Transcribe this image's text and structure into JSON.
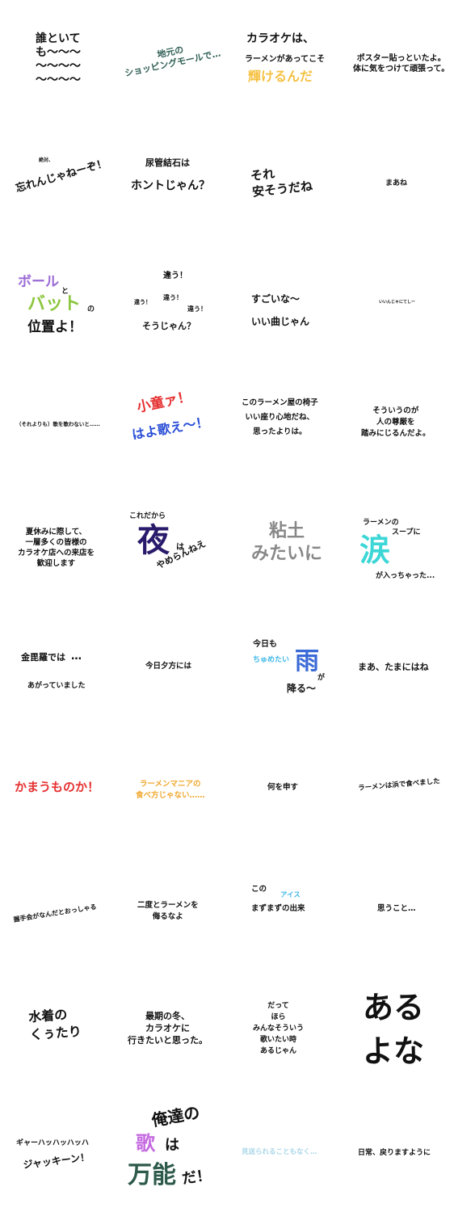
{
  "stickers": [
    {
      "id": "s1",
      "lines": [
        "誰といて",
        "も〜〜〜",
        "〜〜〜〜",
        "〜〜〜〜"
      ],
      "color": "#111111"
    },
    {
      "id": "s2",
      "lines": [
        "地元の",
        "ショッピングモールで…"
      ],
      "color": "#2f5f55"
    },
    {
      "id": "s3",
      "parts": [
        {
          "text": "カラオケは、",
          "color": "#111111"
        },
        {
          "text": "ラーメンがあってこそ",
          "color": "#111111"
        },
        {
          "text": "輝けるんだ",
          "color": "#f5c142"
        }
      ]
    },
    {
      "id": "s4",
      "lines": [
        "ポスター貼っといたよ。",
        "体に気をつけて頑張って。"
      ],
      "color": "#111111"
    },
    {
      "id": "s5",
      "parts": [
        {
          "text": "絶対、",
          "color": "#111111"
        },
        {
          "text": "忘れんじゃねーぞ！",
          "color": "#111111"
        }
      ]
    },
    {
      "id": "s6",
      "parts": [
        {
          "text": "尿管結石は",
          "color": "#111111"
        },
        {
          "text": "ホントじゃん？",
          "color": "#111111"
        }
      ]
    },
    {
      "id": "s7",
      "lines": [
        "それ",
        "安そうだね"
      ],
      "color": "#111111"
    },
    {
      "id": "s8",
      "lines": [
        "まあね"
      ],
      "color": "#111111"
    },
    {
      "id": "s9",
      "parts": [
        {
          "text": "ボール",
          "color": "#9b6ad6"
        },
        {
          "text": "と",
          "color": "#111111"
        },
        {
          "text": "バット",
          "color": "#8cc63f"
        },
        {
          "text": "の",
          "color": "#111111"
        },
        {
          "text": "位置よ！",
          "color": "#111111"
        }
      ]
    },
    {
      "id": "s10",
      "parts": [
        {
          "text": "違う！",
          "color": "#111111"
        },
        {
          "text": "違う！",
          "color": "#111111"
        },
        {
          "text": "違う！",
          "color": "#111111"
        },
        {
          "text": "違う！",
          "color": "#111111"
        },
        {
          "text": "そうじゃん？",
          "color": "#111111"
        }
      ]
    },
    {
      "id": "s11",
      "lines": [
        "すごいな〜",
        "いい曲じゃん"
      ],
      "color": "#111111"
    },
    {
      "id": "s12",
      "lines": [
        "いいんじゃにてしー"
      ],
      "color": "#111111"
    },
    {
      "id": "s13",
      "lines": [
        "（それよりも）歌を歌わないと……"
      ],
      "color": "#111111"
    },
    {
      "id": "s14",
      "parts": [
        {
          "text": "小童ァ！",
          "color": "#e53030"
        },
        {
          "text": "はよ歌え〜！",
          "color": "#2b4fd6"
        }
      ]
    },
    {
      "id": "s15",
      "lines": [
        "このラーメン屋の椅子",
        "いい座り心地だね、",
        "思ったよりは。"
      ],
      "color": "#111111"
    },
    {
      "id": "s16",
      "lines": [
        "そういうのが",
        "人の尊厳を",
        "踏みにじるんだよ。"
      ],
      "color": "#111111"
    },
    {
      "id": "s17",
      "lines": [
        "夏休みに際して、",
        "一層多くの皆様の",
        "カラオケ店への来店を",
        "歓迎します"
      ],
      "color": "#111111"
    },
    {
      "id": "s18",
      "parts": [
        {
          "text": "これだから",
          "color": "#111111"
        },
        {
          "text": "夜",
          "color": "#2a1a6b"
        },
        {
          "text": "は",
          "color": "#111111"
        },
        {
          "text": "やめらんねえ",
          "color": "#111111"
        }
      ]
    },
    {
      "id": "s19",
      "lines": [
        "粘土",
        "みたいに"
      ],
      "color": "#888888"
    },
    {
      "id": "s20",
      "parts": [
        {
          "text": "ラーメンの",
          "color": "#111111"
        },
        {
          "text": "スープに",
          "color": "#111111"
        },
        {
          "text": "涙",
          "color": "#3dd6d6"
        },
        {
          "text": "が入っちゃった...",
          "color": "#111111"
        }
      ]
    },
    {
      "id": "s21",
      "parts": [
        {
          "text": "金毘羅では",
          "color": "#111111"
        },
        {
          "text": "…",
          "color": "#111111"
        },
        {
          "text": "あがっていました",
          "color": "#111111"
        }
      ]
    },
    {
      "id": "s22",
      "lines": [
        "今日夕方には"
      ],
      "color": "#111111"
    },
    {
      "id": "s23",
      "parts": [
        {
          "text": "今日も",
          "color": "#111111"
        },
        {
          "text": "ちゅめたい",
          "color": "#3fb8e8"
        },
        {
          "text": "雨",
          "color": "#3a6ad6"
        },
        {
          "text": "が",
          "color": "#111111"
        },
        {
          "text": "降る〜",
          "color": "#111111"
        }
      ]
    },
    {
      "id": "s24",
      "lines": [
        "まあ、たまにはね"
      ],
      "color": "#111111"
    },
    {
      "id": "s25",
      "lines": [
        "かまうものか！"
      ],
      "color": "#e53030"
    },
    {
      "id": "s26",
      "lines": [
        "ラーメンマニアの",
        "食べ方じゃない……"
      ],
      "color": "#f0a830"
    },
    {
      "id": "s27",
      "lines": [
        "何を申す"
      ],
      "color": "#111111"
    },
    {
      "id": "s28",
      "lines": [
        "ラーメンは浜で食べました"
      ],
      "color": "#111111"
    },
    {
      "id": "s29",
      "lines": [
        "握手会がなんだとおっしゃる"
      ],
      "color": "#111111"
    },
    {
      "id": "s30",
      "lines": [
        "二度とラーメンを",
        "侮るなよ"
      ],
      "color": "#111111"
    },
    {
      "id": "s31",
      "parts": [
        {
          "text": "この",
          "color": "#111111"
        },
        {
          "text": "アイス",
          "color": "#3fb8e8"
        },
        {
          "text": "まずまずの出来",
          "color": "#111111"
        }
      ]
    },
    {
      "id": "s32",
      "lines": [
        "思うこと…"
      ],
      "color": "#111111"
    },
    {
      "id": "s33",
      "lines": [
        "水着の",
        "くぅたり"
      ],
      "color": "#111111"
    },
    {
      "id": "s34",
      "lines": [
        "最期の冬、",
        "カラオケに",
        "行きたいと思った。"
      ],
      "color": "#111111"
    },
    {
      "id": "s35",
      "lines": [
        "だって",
        "ほら",
        "みんなそういう",
        "歌いたい時",
        "あるじゃん"
      ],
      "color": "#111111"
    },
    {
      "id": "s36",
      "lines": [
        "ある",
        "よな"
      ],
      "color": "#111111"
    },
    {
      "id": "s37",
      "parts": [
        {
          "text": "ギャーハッハッハッハ",
          "color": "#111111"
        },
        {
          "text": "ジャッキーン！",
          "color": "#111111"
        }
      ]
    },
    {
      "id": "s38",
      "parts": [
        {
          "text": "俺達の",
          "color": "#111111"
        },
        {
          "text": "歌",
          "color": "#c56ae0"
        },
        {
          "text": "は",
          "color": "#111111"
        },
        {
          "text": "万能",
          "color": "#2d5a4a"
        },
        {
          "text": "だ！",
          "color": "#111111"
        }
      ]
    },
    {
      "id": "s39",
      "lines": [
        "見送られることもなく…"
      ],
      "color": "#a9d6e8"
    },
    {
      "id": "s40",
      "lines": [
        "日常、戻りますように"
      ],
      "color": "#111111"
    }
  ]
}
